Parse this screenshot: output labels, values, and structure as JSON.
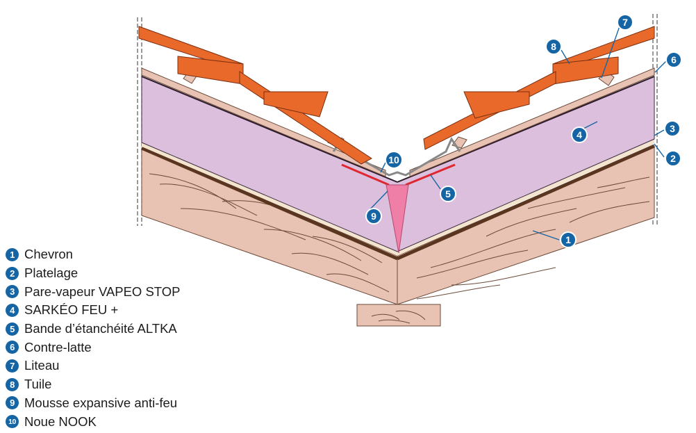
{
  "legend": [
    {
      "number": "1",
      "label": "Chevron"
    },
    {
      "number": "2",
      "label": "Platelage"
    },
    {
      "number": "3",
      "label": "Pare-vapeur VAPEO STOP"
    },
    {
      "number": "4",
      "label": "SARKÉO FEU +"
    },
    {
      "number": "5",
      "label": "Bande d’étanchéité ALTKA"
    },
    {
      "number": "6",
      "label": "Contre-latte"
    },
    {
      "number": "7",
      "label": "Liteau"
    },
    {
      "number": "8",
      "label": "Tuile"
    },
    {
      "number": "9",
      "label": "Mousse expansive anti-feu"
    },
    {
      "number": "10",
      "label": "Noue NOOK"
    }
  ],
  "callouts": [
    "1",
    "2",
    "3",
    "4",
    "5",
    "6",
    "7",
    "8",
    "9",
    "10"
  ],
  "colors": {
    "wood": "#e8c2b2",
    "wood_grain": "#6b4a3a",
    "plank_line": "#5a3520",
    "vapour_barrier": "#f3e4cf",
    "insulation": "#dcbedd",
    "counter_batten": "#e8c2b2",
    "tile": "#e8692a",
    "membrane_red": "#e0262e",
    "foam_pink": "#ef7fa6",
    "badge_blue": "#1565a5"
  }
}
